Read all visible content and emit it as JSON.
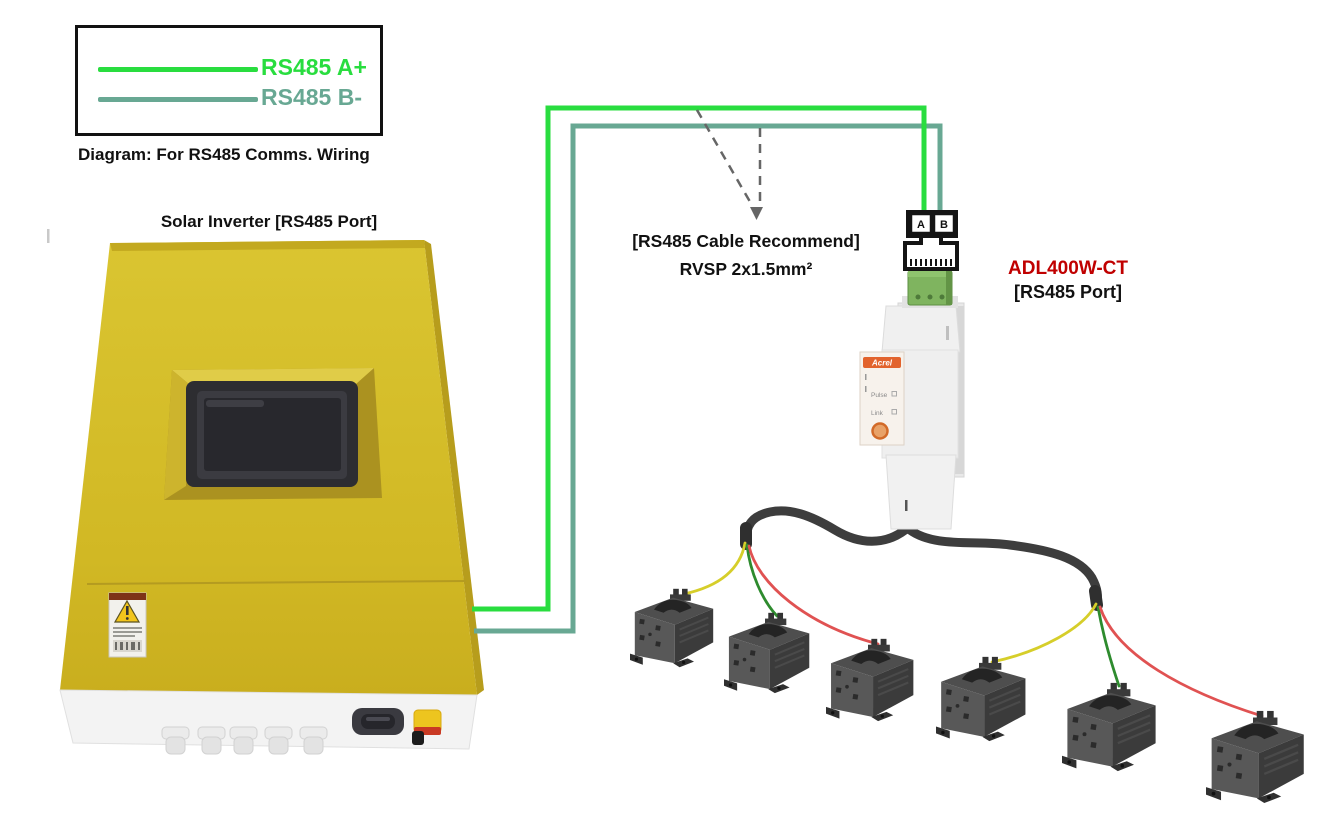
{
  "legend": {
    "caption": "Diagram: For RS485 Comms. Wiring",
    "items": [
      {
        "label": "RS485 A+",
        "color": "#29dd3f"
      },
      {
        "label": "RS485 B-",
        "color": "#68a893"
      }
    ]
  },
  "inverter": {
    "label": "Solar Inverter [RS485 Port]"
  },
  "cable_note": {
    "line1": "[RS485 Cable Recommend]",
    "line2": "RVSP 2x1.5mm²"
  },
  "meter": {
    "model": "ADL400W-CT",
    "model_color": "#c00000",
    "port_label": "[RS485 Port]",
    "brand": "Acrel",
    "terminals": [
      "A",
      "B"
    ],
    "leds": [
      "Pulse",
      "Link"
    ]
  },
  "wires": {
    "rs485_a_color": "#29dd3f",
    "rs485_b_color": "#68a893",
    "ct_wire_colors": [
      "#d6ce2a",
      "#2e8b2e",
      "#e05252"
    ]
  },
  "ct_clamps": {
    "count": 6
  }
}
